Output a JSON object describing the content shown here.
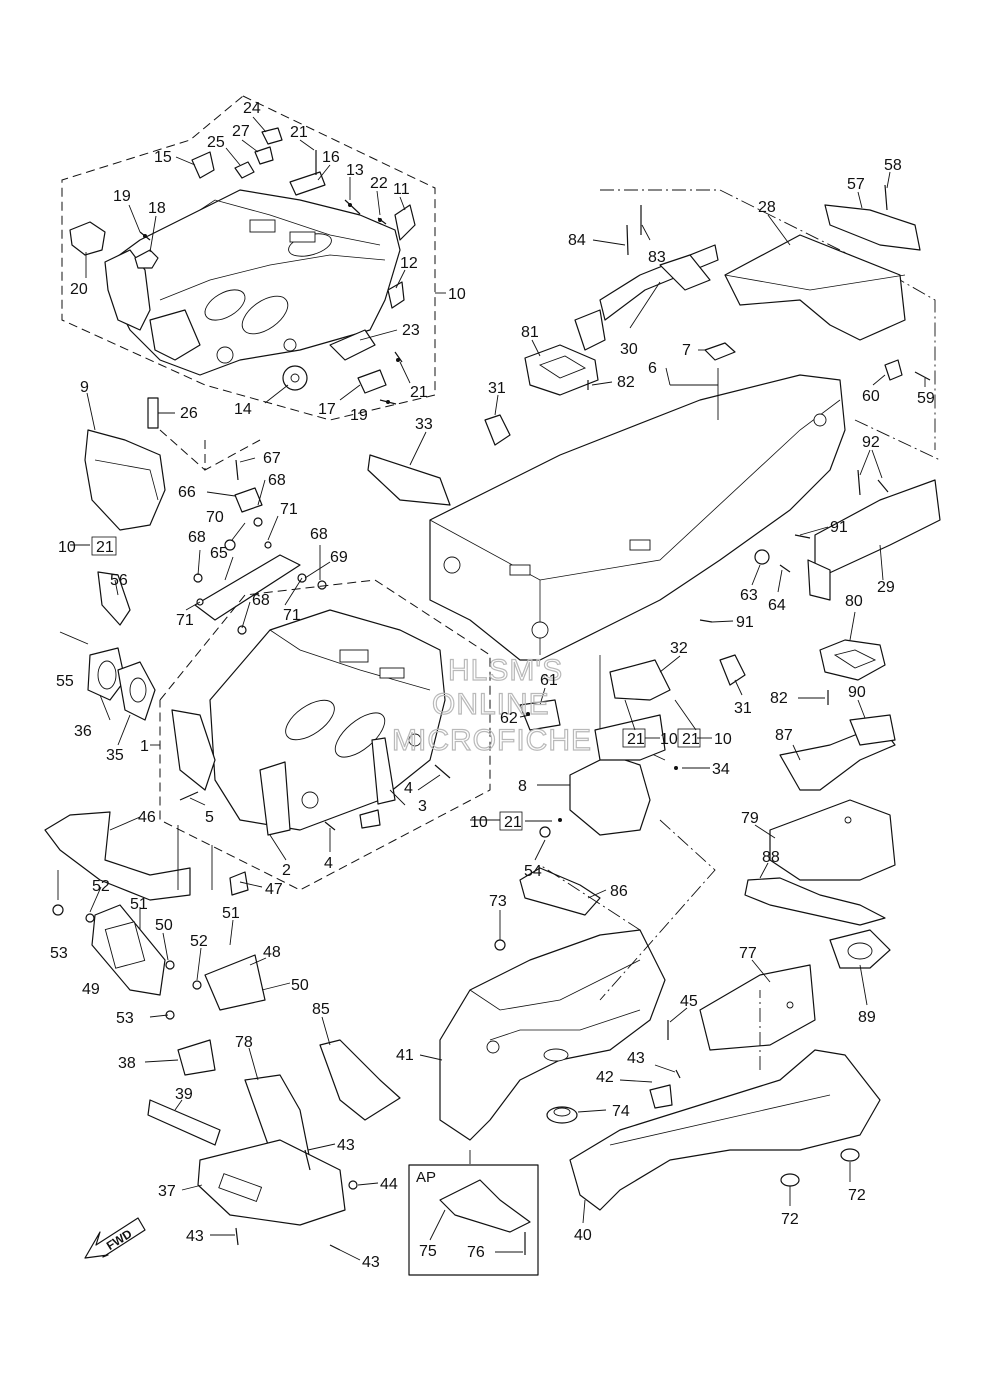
{
  "watermark": [
    "HLSM'S",
    "ONLINE",
    "MICROFICHE"
  ],
  "fwd_label": "FWD",
  "ap_label": "AP",
  "labels": [
    {
      "id": "c24",
      "text": "24"
    },
    {
      "id": "c27",
      "text": "27"
    },
    {
      "id": "c21a",
      "text": "21"
    },
    {
      "id": "c25",
      "text": "25"
    },
    {
      "id": "c16",
      "text": "16"
    },
    {
      "id": "c15",
      "text": "15"
    },
    {
      "id": "c13",
      "text": "13"
    },
    {
      "id": "c22",
      "text": "22"
    },
    {
      "id": "c11",
      "text": "11"
    },
    {
      "id": "c19a",
      "text": "19"
    },
    {
      "id": "c18",
      "text": "18"
    },
    {
      "id": "c20",
      "text": "20"
    },
    {
      "id": "c12",
      "text": "12"
    },
    {
      "id": "c10",
      "text": "10"
    },
    {
      "id": "c23",
      "text": "23"
    },
    {
      "id": "c21b",
      "text": "21"
    },
    {
      "id": "c14",
      "text": "14"
    },
    {
      "id": "c17",
      "text": "17"
    },
    {
      "id": "c19b",
      "text": "19"
    },
    {
      "id": "c9",
      "text": "9"
    },
    {
      "id": "c26",
      "text": "26"
    },
    {
      "id": "c67",
      "text": "67"
    },
    {
      "id": "c66",
      "text": "66"
    },
    {
      "id": "c68a",
      "text": "68"
    },
    {
      "id": "c71a",
      "text": "71"
    },
    {
      "id": "c70",
      "text": "70"
    },
    {
      "id": "c68b",
      "text": "68"
    },
    {
      "id": "c68c",
      "text": "68"
    },
    {
      "id": "c69",
      "text": "69"
    },
    {
      "id": "c65",
      "text": "65"
    },
    {
      "id": "c10b",
      "text": "10"
    },
    {
      "id": "c21c",
      "text": "21"
    },
    {
      "id": "c56",
      "text": "56"
    },
    {
      "id": "c68d",
      "text": "68"
    },
    {
      "id": "c71b",
      "text": "71"
    },
    {
      "id": "c71c",
      "text": "71"
    },
    {
      "id": "c55",
      "text": "55"
    },
    {
      "id": "c36",
      "text": "36"
    },
    {
      "id": "c35",
      "text": "35"
    },
    {
      "id": "c1",
      "text": "1"
    },
    {
      "id": "c5",
      "text": "5"
    },
    {
      "id": "c4a",
      "text": "4"
    },
    {
      "id": "c3",
      "text": "3"
    },
    {
      "id": "c4b",
      "text": "4"
    },
    {
      "id": "c2",
      "text": "2"
    },
    {
      "id": "c46",
      "text": "46"
    },
    {
      "id": "c52a",
      "text": "52"
    },
    {
      "id": "c47",
      "text": "47"
    },
    {
      "id": "c51a",
      "text": "51"
    },
    {
      "id": "c53a",
      "text": "53"
    },
    {
      "id": "c50a",
      "text": "50"
    },
    {
      "id": "c49",
      "text": "49"
    },
    {
      "id": "c51b",
      "text": "51"
    },
    {
      "id": "c52b",
      "text": "52"
    },
    {
      "id": "c48",
      "text": "48"
    },
    {
      "id": "c50b",
      "text": "50"
    },
    {
      "id": "c53b",
      "text": "53"
    },
    {
      "id": "c38",
      "text": "38"
    },
    {
      "id": "c85",
      "text": "85"
    },
    {
      "id": "c78",
      "text": "78"
    },
    {
      "id": "c39",
      "text": "39"
    },
    {
      "id": "c43a",
      "text": "43"
    },
    {
      "id": "c37",
      "text": "37"
    },
    {
      "id": "c44",
      "text": "44"
    },
    {
      "id": "c43b",
      "text": "43"
    },
    {
      "id": "c43c",
      "text": "43"
    },
    {
      "id": "c58",
      "text": "58"
    },
    {
      "id": "c57",
      "text": "57"
    },
    {
      "id": "c28",
      "text": "28"
    },
    {
      "id": "c84",
      "text": "84"
    },
    {
      "id": "c83",
      "text": "83"
    },
    {
      "id": "c7",
      "text": "7"
    },
    {
      "id": "c6",
      "text": "6"
    },
    {
      "id": "c81",
      "text": "81"
    },
    {
      "id": "c30",
      "text": "30"
    },
    {
      "id": "c60",
      "text": "60"
    },
    {
      "id": "c59",
      "text": "59"
    },
    {
      "id": "c31a",
      "text": "31"
    },
    {
      "id": "c82a",
      "text": "82"
    },
    {
      "id": "c33",
      "text": "33"
    },
    {
      "id": "c92",
      "text": "92"
    },
    {
      "id": "c91a",
      "text": "91"
    },
    {
      "id": "c63",
      "text": "63"
    },
    {
      "id": "c64",
      "text": "64"
    },
    {
      "id": "c29",
      "text": "29"
    },
    {
      "id": "c80",
      "text": "80"
    },
    {
      "id": "c91b",
      "text": "91"
    },
    {
      "id": "c32",
      "text": "32"
    },
    {
      "id": "c61",
      "text": "61"
    },
    {
      "id": "c31b",
      "text": "31"
    },
    {
      "id": "c82b",
      "text": "82"
    },
    {
      "id": "c62",
      "text": "62"
    },
    {
      "id": "c90",
      "text": "90"
    },
    {
      "id": "c21d",
      "text": "21"
    },
    {
      "id": "c10c",
      "text": "10"
    },
    {
      "id": "c21e",
      "text": "21"
    },
    {
      "id": "c10d",
      "text": "10"
    },
    {
      "id": "c87",
      "text": "87"
    },
    {
      "id": "c8",
      "text": "8"
    },
    {
      "id": "c34",
      "text": "34"
    },
    {
      "id": "c10e",
      "text": "10"
    },
    {
      "id": "c21f",
      "text": "21"
    },
    {
      "id": "c79",
      "text": "79"
    },
    {
      "id": "c54",
      "text": "54"
    },
    {
      "id": "c88",
      "text": "88"
    },
    {
      "id": "c86",
      "text": "86"
    },
    {
      "id": "c73",
      "text": "73"
    },
    {
      "id": "c77",
      "text": "77"
    },
    {
      "id": "c89",
      "text": "89"
    },
    {
      "id": "c45",
      "text": "45"
    },
    {
      "id": "c41",
      "text": "41"
    },
    {
      "id": "c43d",
      "text": "43"
    },
    {
      "id": "c42",
      "text": "42"
    },
    {
      "id": "c74",
      "text": "74"
    },
    {
      "id": "c72a",
      "text": "72"
    },
    {
      "id": "c72b",
      "text": "72"
    },
    {
      "id": "c40",
      "text": "40"
    },
    {
      "id": "c75",
      "text": "75"
    },
    {
      "id": "c76",
      "text": "76"
    }
  ]
}
